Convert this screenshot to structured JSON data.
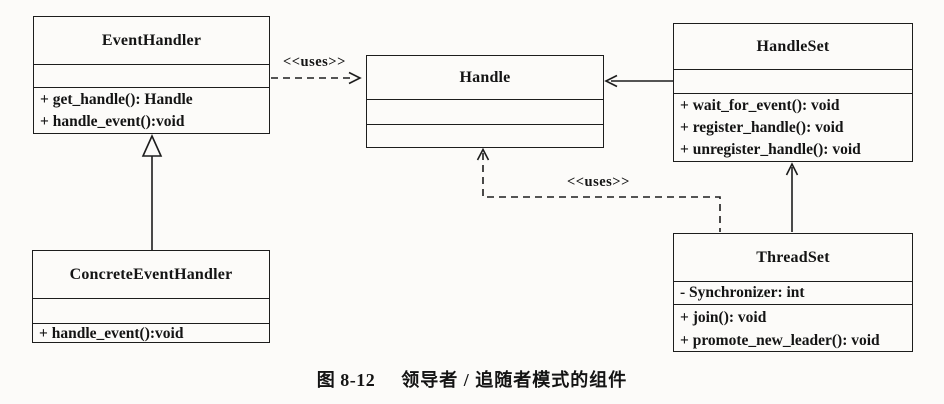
{
  "diagram": {
    "classes": {
      "event_handler": {
        "title": "EventHandler",
        "attributes": [],
        "methods": [
          "+ get_handle(): Handle",
          "+ handle_event():void"
        ]
      },
      "handle": {
        "title": "Handle",
        "attributes": [],
        "methods": []
      },
      "handle_set": {
        "title": "HandleSet",
        "attributes": [],
        "methods": [
          "+ wait_for_event(): void",
          "+ register_handle(): void",
          "+ unregister_handle(): void"
        ]
      },
      "concrete_event_handler": {
        "title": "ConcreteEventHandler",
        "attributes": [],
        "methods": [
          "+ handle_event():void"
        ]
      },
      "thread_set": {
        "title": "ThreadSet",
        "attributes": [
          "- Synchronizer: int"
        ],
        "methods": [
          "+ join(): void",
          "+ promote_new_leader(): void"
        ]
      }
    },
    "labels": {
      "uses_top": "<<uses>>",
      "uses_bottom": "<<uses>>"
    },
    "relationships": [
      {
        "from": "EventHandler",
        "to": "Handle",
        "type": "dependency-dashed-arrow",
        "stereotype": "<<uses>>"
      },
      {
        "from": "HandleSet",
        "to": "Handle",
        "type": "association-arrow"
      },
      {
        "from": "ConcreteEventHandler",
        "to": "EventHandler",
        "type": "generalization-hollow-triangle"
      },
      {
        "from": "ThreadSet",
        "to": "Handle",
        "type": "dependency-dashed-arrow",
        "stereotype": "<<uses>>"
      },
      {
        "from": "ThreadSet",
        "to": "HandleSet",
        "type": "association-arrow"
      }
    ]
  },
  "caption": {
    "figure_number": "图 8-12",
    "text": "领导者 / 追随者模式的组件"
  },
  "colors": {
    "line": "#1d1d1d",
    "background": "#fcfbf9",
    "text": "#141414"
  }
}
